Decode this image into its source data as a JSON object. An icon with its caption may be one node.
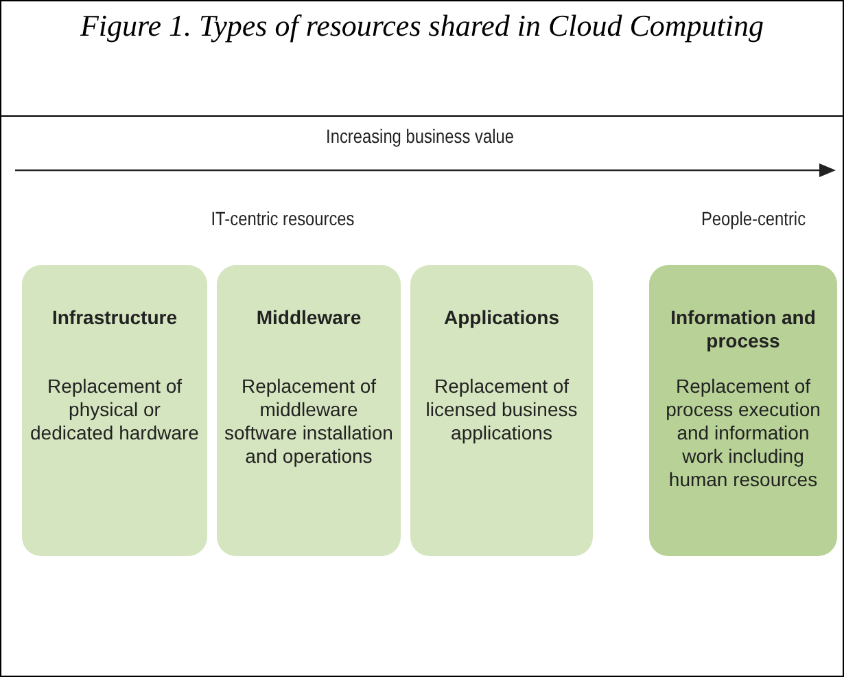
{
  "diagram": {
    "title": "Figure 1. Types of resources shared in Cloud Computing",
    "nodes": [
      {
        "text": [
          "Infrastructure",
          "Replacement of physical or dedicated hardware"
        ]
      },
      {
        "text": [
          "Middleware",
          "Replacement of middleware software installation and operations"
        ]
      },
      {
        "text": [
          "Applications",
          "Replacement of licensed business applications"
        ]
      },
      {
        "text": [
          "Information and process",
          "Replacement of process execution and information work including human resources"
        ]
      }
    ],
    "edges": [],
    "labels": [
      "Increasing business value",
      "IT-centric resources",
      "People-centric"
    ]
  }
}
